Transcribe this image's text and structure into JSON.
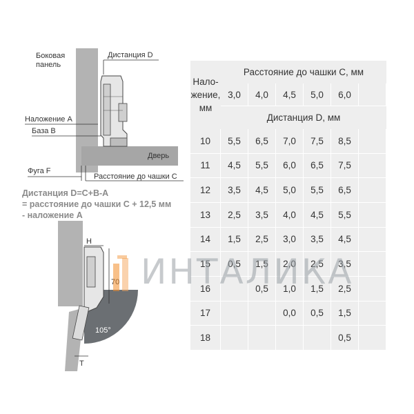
{
  "drawing": {
    "side_panel_label_1": "Боковая",
    "side_panel_label_2": "панель",
    "distance_d_label": "Дистанция D",
    "overlay_a_label": "Наложение A",
    "base_b_label": "База B",
    "door_label": "Дверь",
    "gap_f_label": "Фуга F",
    "cup_distance_c_label": "Расстояние до чашки C",
    "dim_h_label": "H",
    "dim_70_label": "70",
    "angle_label": "105°",
    "dim_t_label": "T"
  },
  "formula": {
    "line1": "Дистанция D=C+B-A",
    "line2": "= расстояние до чашки C + 12,5 мм",
    "line3": "- наложение A"
  },
  "watermark": {
    "text": "ИНТАЛИКА"
  },
  "table": {
    "left_header": [
      "Нало-",
      "жение,",
      "мм"
    ],
    "cup_header": "Расстояние до чашки C, мм",
    "cup_values": [
      "3,0",
      "4,0",
      "4,5",
      "5,0",
      "6,0",
      ""
    ],
    "distance_header": "Дистанция D, мм",
    "rows": [
      {
        "overlay": "10",
        "values": [
          "5,5",
          "6,5",
          "7,0",
          "7,5",
          "8,5",
          ""
        ]
      },
      {
        "overlay": "11",
        "values": [
          "4,5",
          "5,5",
          "6,0",
          "6,5",
          "7,5",
          ""
        ]
      },
      {
        "overlay": "12",
        "values": [
          "3,5",
          "4,5",
          "5,0",
          "5,5",
          "6,5",
          ""
        ]
      },
      {
        "overlay": "13",
        "values": [
          "2,5",
          "3,5",
          "4,0",
          "4,5",
          "5,5",
          ""
        ]
      },
      {
        "overlay": "14",
        "values": [
          "1,5",
          "2,5",
          "3,0",
          "3,5",
          "4,5",
          ""
        ]
      },
      {
        "overlay": "15",
        "values": [
          "0,5",
          "1,5",
          "2,0",
          "2,5",
          "3,5",
          ""
        ]
      },
      {
        "overlay": "16",
        "values": [
          "",
          "0,5",
          "1,0",
          "1,5",
          "2,5",
          ""
        ]
      },
      {
        "overlay": "17",
        "values": [
          "",
          "",
          "0,0",
          "0,5",
          "1,5",
          ""
        ]
      },
      {
        "overlay": "18",
        "values": [
          "",
          "",
          "",
          "",
          "0,5",
          ""
        ]
      }
    ]
  },
  "colors": {
    "table_bg": "#eeeeee",
    "panel_gray": "#b3b3b3",
    "door_gray": "#a6a6a6",
    "swing_dark": "#6b6f73",
    "formula_gray": "#8a8a8a",
    "watermark_orange": "#f28c28"
  }
}
